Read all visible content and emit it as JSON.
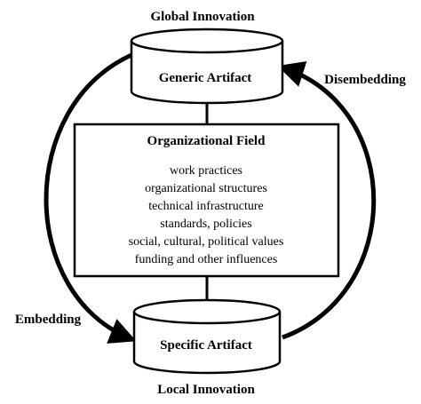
{
  "top_label": "Global Innovation",
  "bottom_label": "Local Innovation",
  "left_label": "Embedding",
  "right_label": "Disembedding",
  "generic_artifact": "Generic Artifact",
  "specific_artifact": "Specific Artifact",
  "field": {
    "title": "Organizational Field",
    "items": [
      "work practices",
      "organizational structures",
      "technical infrastructure",
      "standards, policies",
      "social, cultural, political values",
      "funding and other influences"
    ]
  }
}
